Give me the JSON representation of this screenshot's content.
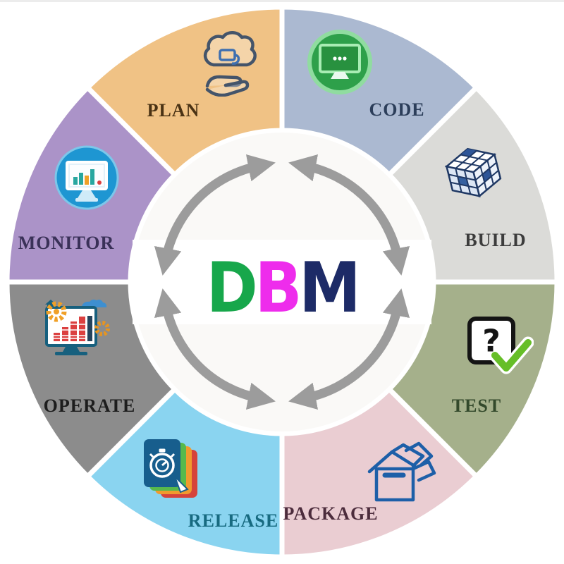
{
  "diagram": {
    "type": "devops-lifecycle-wheel",
    "center_text": {
      "letters": [
        {
          "char": "D",
          "color": "#17A74B"
        },
        {
          "char": "B",
          "color": "#EE2CEC"
        },
        {
          "char": "M",
          "color": "#1D2B67"
        }
      ]
    },
    "arrow_color": "#9C9C9C",
    "segments": [
      {
        "label": "PLAN",
        "color": "#F0C285",
        "label_color": "#4A3214",
        "icon": "cloud-hand-icon"
      },
      {
        "label": "CODE",
        "color": "#ABB9D1",
        "label_color": "#2C3E5A",
        "icon": "green-monitor-icon"
      },
      {
        "label": "BUILD",
        "color": "#DBDBD8",
        "label_color": "#3C3C3C",
        "icon": "rubiks-cube-icon"
      },
      {
        "label": "TEST",
        "color": "#A5B08B",
        "label_color": "#33492B",
        "icon": "question-check-icon",
        "glyph": "?"
      },
      {
        "label": "PACKAGE",
        "color": "#EACDD2",
        "label_color": "#4C2C3C",
        "icon": "open-box-icon"
      },
      {
        "label": "RELEASE",
        "color": "#8AD4F0",
        "label_color": "#176A80",
        "icon": "stopwatch-cards-icon"
      },
      {
        "label": "OPERATE",
        "color": "#8C8C8C",
        "label_color": "#1D1D1D",
        "icon": "dashboard-gears-icon"
      },
      {
        "label": "MONITOR",
        "color": "#AB93C8",
        "label_color": "#3A3158",
        "icon": "monitor-chart-icon"
      }
    ]
  }
}
